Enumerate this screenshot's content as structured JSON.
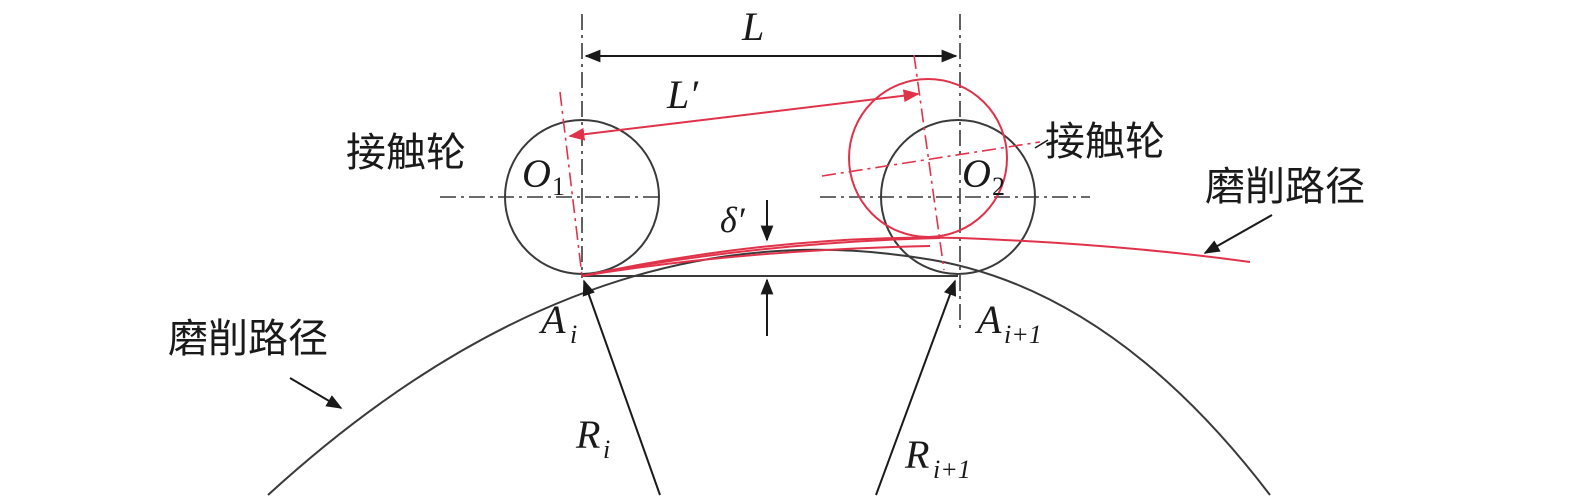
{
  "labels": {
    "contact_wheel_left": "接触轮",
    "contact_wheel_right": "接触轮",
    "grinding_path_left": "磨削路径",
    "grinding_path_right": "磨削路径",
    "L": "L",
    "L_prime": "L′",
    "delta_prime": "δ′",
    "O1_main": "O",
    "O1_sub": "1",
    "O2_main": "O",
    "O2_sub": "2",
    "Ai_main": "A",
    "Ai_sub": "i",
    "Ai1_main": "A",
    "Ai1_sub": "i+1",
    "Ri_main": "R",
    "Ri_sub": "i",
    "Ri1_main": "R",
    "Ri1_sub": "i+1"
  },
  "colors": {
    "line": "#3a3a3a",
    "accent": "#e0334a",
    "text": "#1a1a1a"
  }
}
